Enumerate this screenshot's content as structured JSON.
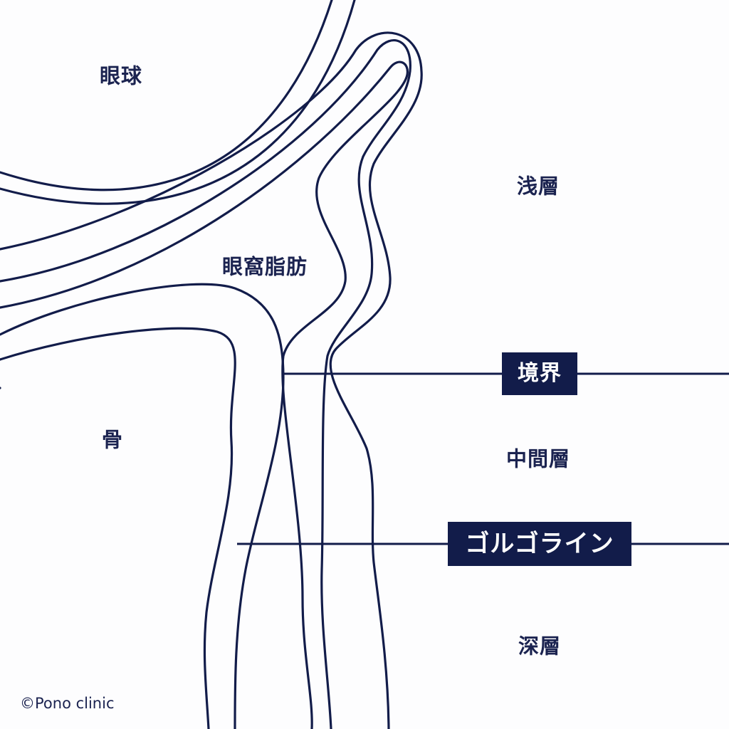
{
  "labels": {
    "eyeball": "眼球",
    "orbital_fat": "眼窩脂肪",
    "bone": "骨",
    "superficial_layer": "浅層",
    "middle_layer": "中間層",
    "deep_layer": "深層"
  },
  "boxed_labels": {
    "boundary": "境界",
    "golgo_line": "ゴルゴライン"
  },
  "copyright": "©Pono clinic",
  "colors": {
    "line": "#121c4a",
    "box_background": "#121c4a",
    "box_text": "#ffffff",
    "label_text": "#1b2350",
    "background": "#fdfdfe"
  }
}
